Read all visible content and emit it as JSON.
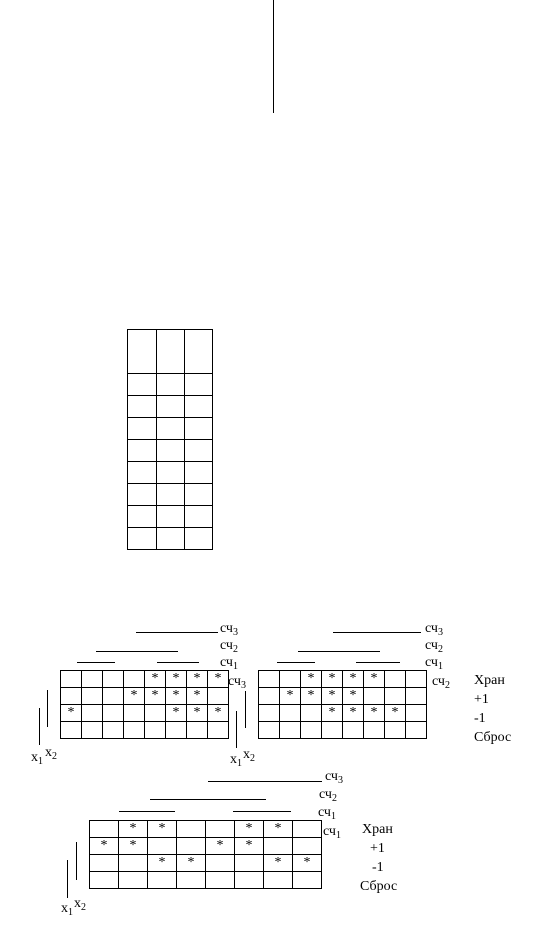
{
  "counters": {
    "c1": "сч",
    "c1_sub": "1",
    "c2": "сч",
    "c2_sub": "2",
    "c3": "сч",
    "c3_sub": "3"
  },
  "vars": {
    "x1": "x",
    "x1_sub": "1",
    "x2": "x",
    "x2_sub": "2"
  },
  "modes": [
    "Хран",
    "+1",
    "-1",
    "Сброс"
  ],
  "map1": [
    [
      "",
      "",
      "",
      "",
      "*",
      "*",
      "*",
      "*"
    ],
    [
      "",
      "",
      "",
      "*",
      "*",
      "*",
      "*",
      ""
    ],
    [
      "*",
      "",
      "",
      "",
      "",
      "*",
      "*",
      "*"
    ],
    [
      "",
      "",
      "",
      "",
      "",
      "",
      "",
      ""
    ]
  ],
  "map2": [
    [
      "",
      "",
      "*",
      "*",
      "*",
      "*",
      "",
      ""
    ],
    [
      "",
      "*",
      "*",
      "*",
      "*",
      "",
      "",
      ""
    ],
    [
      "",
      "",
      "",
      "*",
      "*",
      "*",
      "*",
      ""
    ],
    [
      "",
      "",
      "",
      "",
      "",
      "",
      "",
      ""
    ]
  ],
  "map3": [
    [
      "",
      "*",
      "*",
      "",
      "",
      "*",
      "*",
      ""
    ],
    [
      "*",
      "*",
      "",
      "",
      "*",
      "*",
      "",
      ""
    ],
    [
      "",
      "",
      "*",
      "*",
      "",
      "",
      "*",
      "*"
    ],
    [
      "",
      "",
      "",
      "",
      "",
      "",
      "",
      ""
    ]
  ]
}
